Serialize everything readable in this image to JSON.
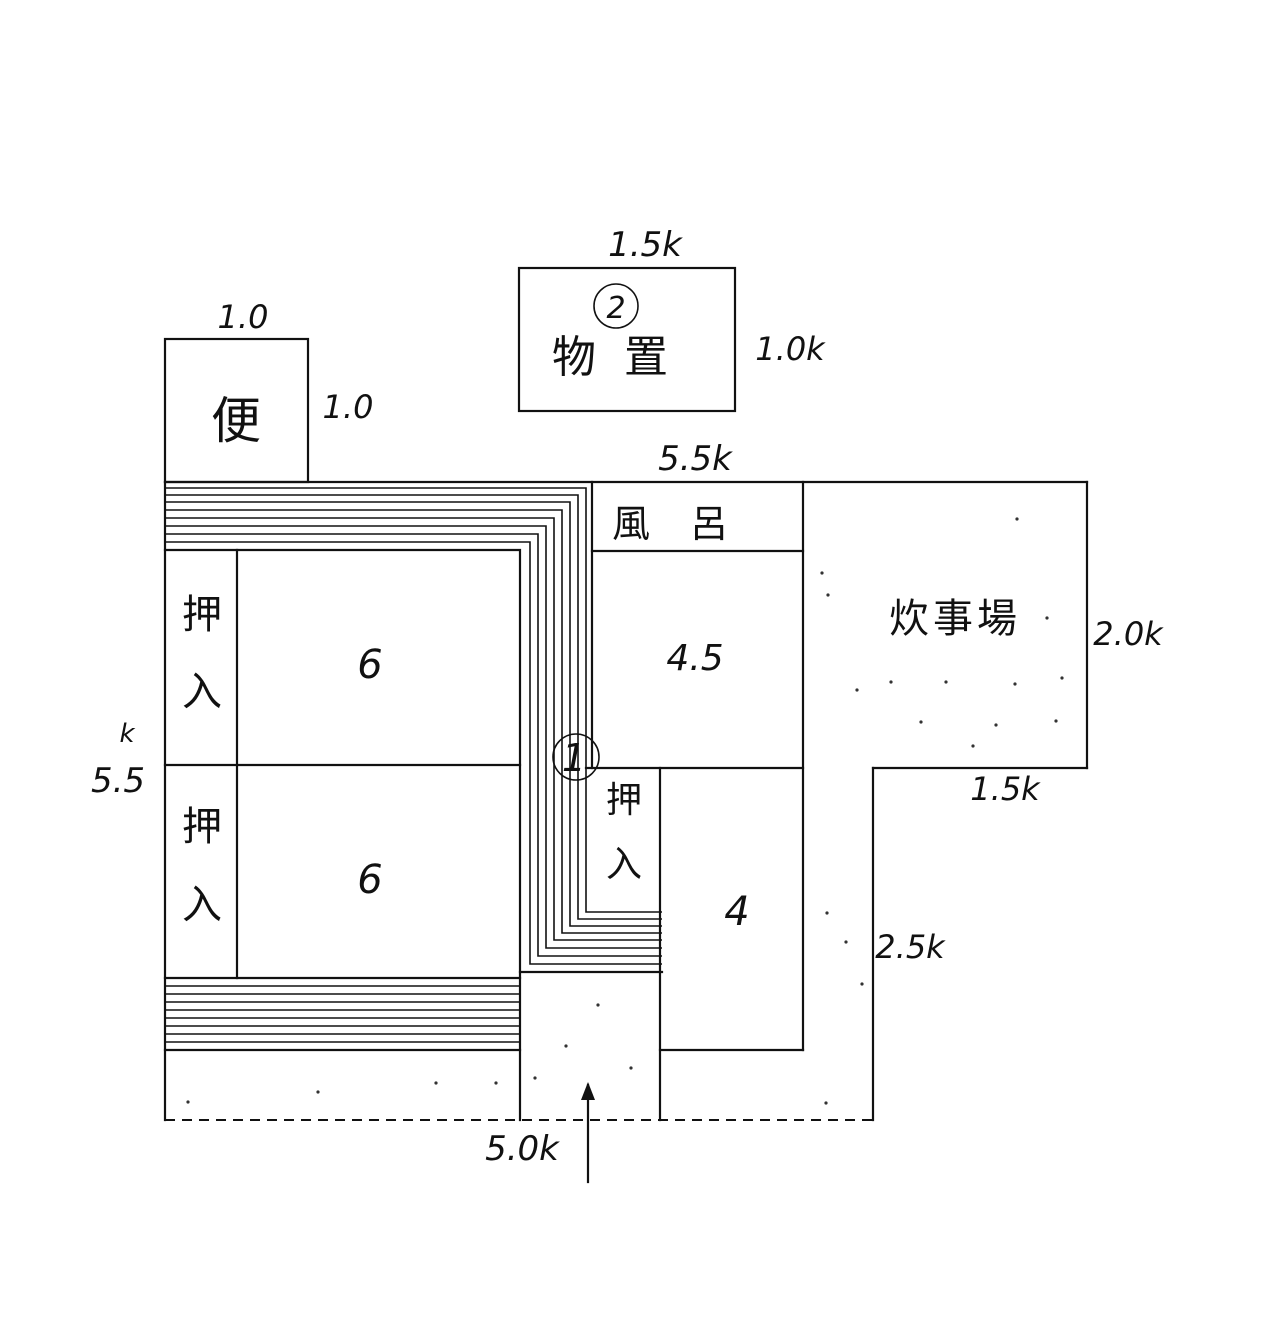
{
  "rooms": {
    "toilet": "便",
    "storage": "物置",
    "storage_number": "2",
    "bath": "風呂",
    "kitchen": "炊事場",
    "closet_top_left": "押入",
    "closet_bottom_left": "押入",
    "closet_center": "押入",
    "room_top_left": "6",
    "room_bottom_left": "6",
    "room_center": "4.5",
    "room_right": "4",
    "entrance_mark": "1"
  },
  "dimensions": {
    "storage_width": "1.5k",
    "storage_depth": "1.0k",
    "toilet_width": "1.0",
    "toilet_depth": "1.0",
    "top_width": "5.5k",
    "left_depth": "5.5",
    "left_depth_unit": "k",
    "kitchen_depth": "2.0k",
    "kitchen_step": "1.5k",
    "right_lower_depth": "2.5k",
    "bottom_width": "5.0k"
  }
}
